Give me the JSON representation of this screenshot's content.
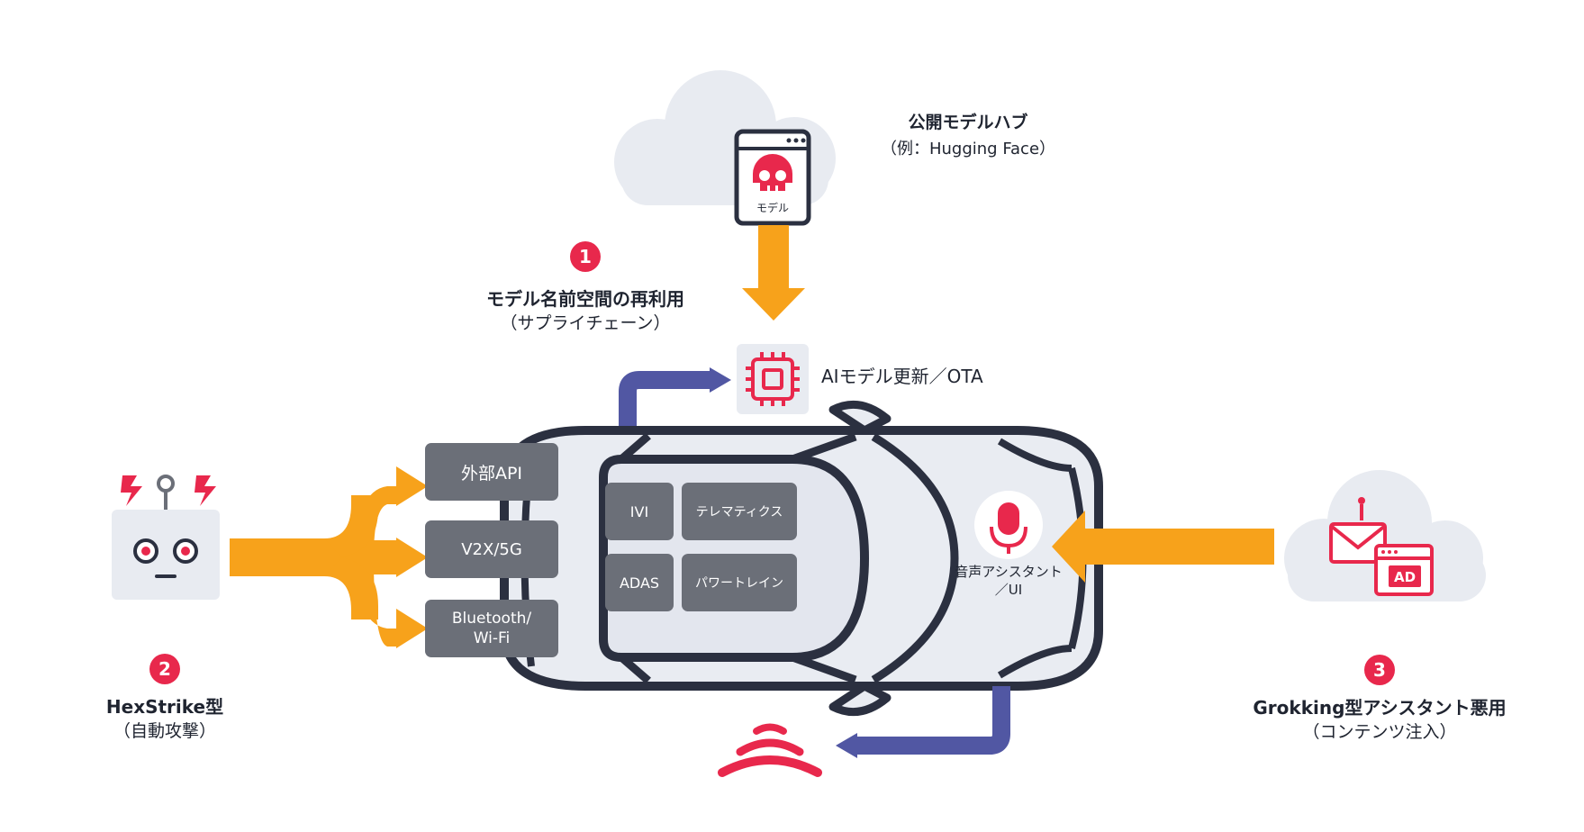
{
  "colors": {
    "orange": "#f7a21b",
    "navy": "#2b3040",
    "purple": "#5157a3",
    "red": "#e8284c",
    "gray_box": "#6b6f78",
    "cloud": "#e8ebf1",
    "car_body": "#e9ecf2"
  },
  "icons": [
    "skull-icon",
    "chip-icon",
    "robot-icon",
    "lightning-icon",
    "microphone-icon",
    "envelope-icon",
    "ad-icon",
    "wireless-signal-icon"
  ],
  "hub": {
    "title": "公開モデルハブ",
    "subtitle": "（例：Hugging Face）",
    "model_label": "モデル"
  },
  "ota": {
    "label": "AIモデル更新／OTA"
  },
  "threats": [
    {
      "number": "1",
      "title": "モデル名前空間の再利用",
      "subtitle": "（サプライチェーン）"
    },
    {
      "number": "2",
      "title": "HexStrike型",
      "subtitle": "（自動攻撃）"
    },
    {
      "number": "3",
      "title": "Grokking型アシスタント悪用",
      "subtitle": "（コンテンツ注入）"
    }
  ],
  "interfaces": [
    {
      "label": "外部API"
    },
    {
      "label": "V2X/5G"
    },
    {
      "label": "Bluetooth/\nWi-Fi"
    }
  ],
  "modules": [
    {
      "label": "IVI"
    },
    {
      "label": "テレマティクス"
    },
    {
      "label": "ADAS"
    },
    {
      "label": "パワートレイン"
    }
  ],
  "assistant": {
    "label_line1": "音声アシスタント",
    "label_line2": "／UI"
  }
}
